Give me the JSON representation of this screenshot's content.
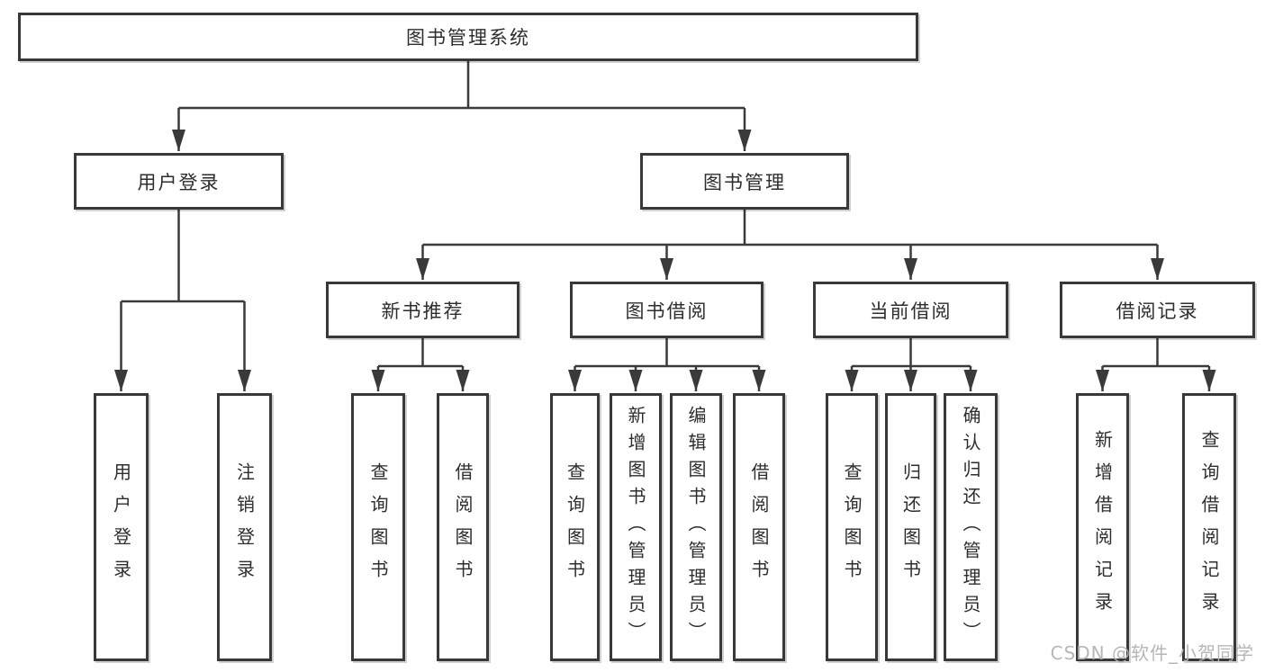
{
  "diagram": {
    "tree": {
      "label": "图书管理系统",
      "children": [
        {
          "label": "用户登录",
          "children": [
            {
              "label": "用户登录"
            },
            {
              "label": "注销登录"
            }
          ]
        },
        {
          "label": "图书管理",
          "children": [
            {
              "label": "新书推荐",
              "children": [
                {
                  "label": "查询图书"
                },
                {
                  "label": "借阅图书"
                }
              ]
            },
            {
              "label": "图书借阅",
              "children": [
                {
                  "label": "查询图书"
                },
                {
                  "label": "新增图书（管理员）"
                },
                {
                  "label": "编辑图书（管理员）"
                },
                {
                  "label": "借阅图书"
                }
              ]
            },
            {
              "label": "当前借阅",
              "children": [
                {
                  "label": "查询图书"
                },
                {
                  "label": "归还图书"
                },
                {
                  "label": "确认归还（管理员）"
                }
              ]
            },
            {
              "label": "借阅记录",
              "children": [
                {
                  "label": "新增借阅记录"
                },
                {
                  "label": "查询借阅记录"
                }
              ]
            }
          ]
        }
      ]
    },
    "colors": {
      "line": "#3a3a3a",
      "box_border": "#383838",
      "text": "#2d2d2d",
      "background": "#ffffff",
      "watermark": "#b2b2b2"
    }
  },
  "watermark": "CSDN @软件_小贺同学"
}
